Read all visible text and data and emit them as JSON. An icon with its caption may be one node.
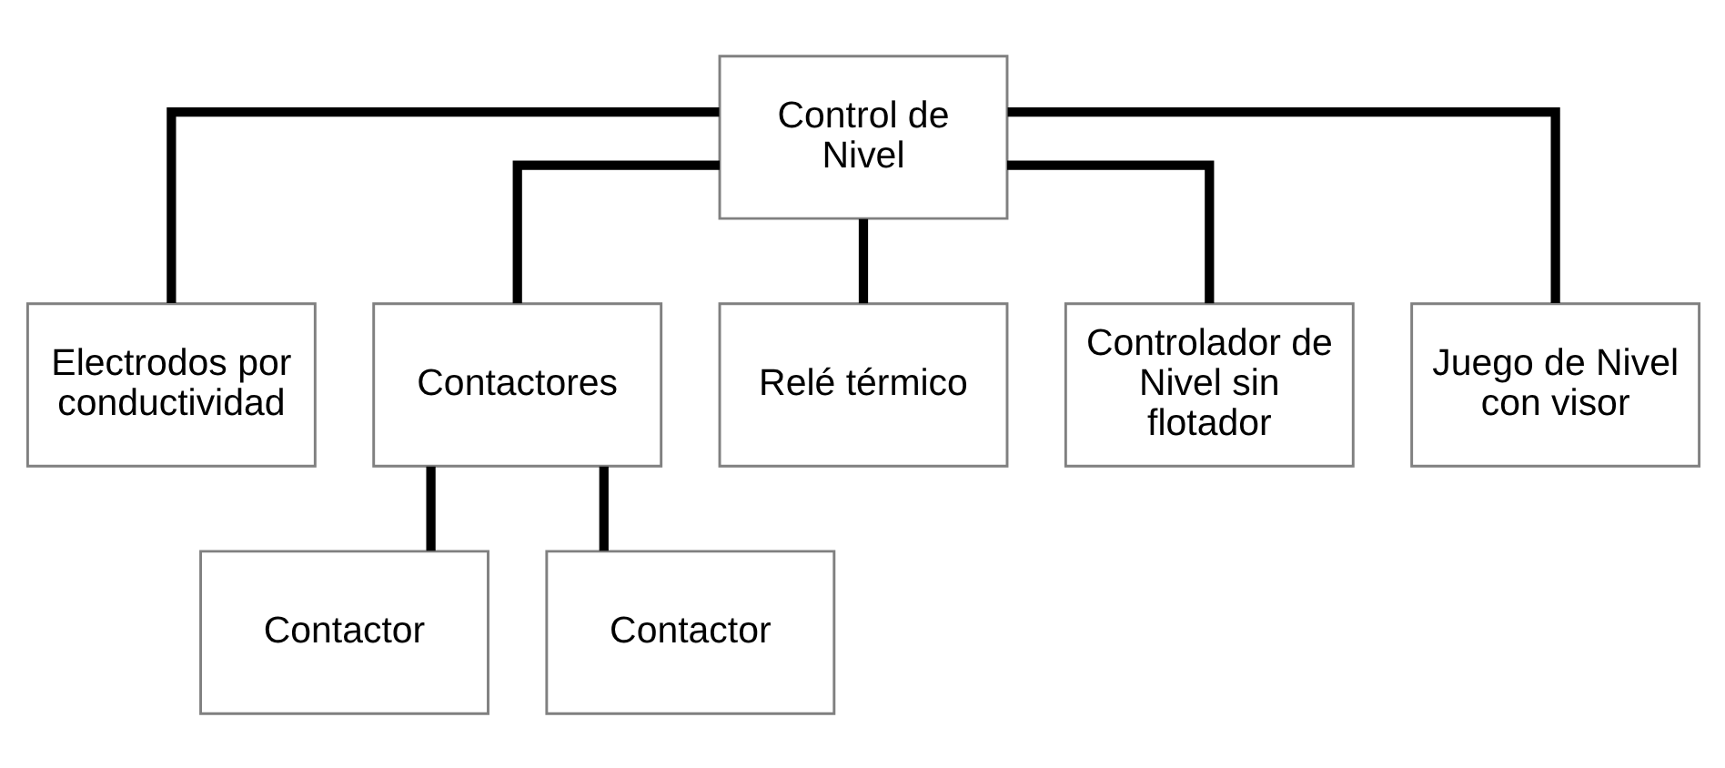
{
  "diagram": {
    "nodes": [
      {
        "text": [
          "Control de Nivel"
        ]
      },
      {
        "text": [
          "Electrodos por conductividad"
        ]
      },
      {
        "text": [
          "Contactores"
        ]
      },
      {
        "text": [
          "Relé térmico"
        ]
      },
      {
        "text": [
          "Controlador de Nivel sin flotador"
        ]
      },
      {
        "text": [
          "Juego de Nivel con visor"
        ]
      },
      {
        "text": [
          "Contactor"
        ]
      },
      {
        "text": [
          "Contactor"
        ]
      }
    ],
    "edges": [
      {
        "from": 0,
        "to": 1,
        "arrow": "none"
      },
      {
        "from": 0,
        "to": 2,
        "arrow": "none"
      },
      {
        "from": 0,
        "to": 3,
        "arrow": "none"
      },
      {
        "from": 0,
        "to": 4,
        "arrow": "none"
      },
      {
        "from": 0,
        "to": 5,
        "arrow": "none"
      },
      {
        "from": 2,
        "to": 6,
        "arrow": "none"
      },
      {
        "from": 2,
        "to": 7,
        "arrow": "none"
      }
    ]
  }
}
